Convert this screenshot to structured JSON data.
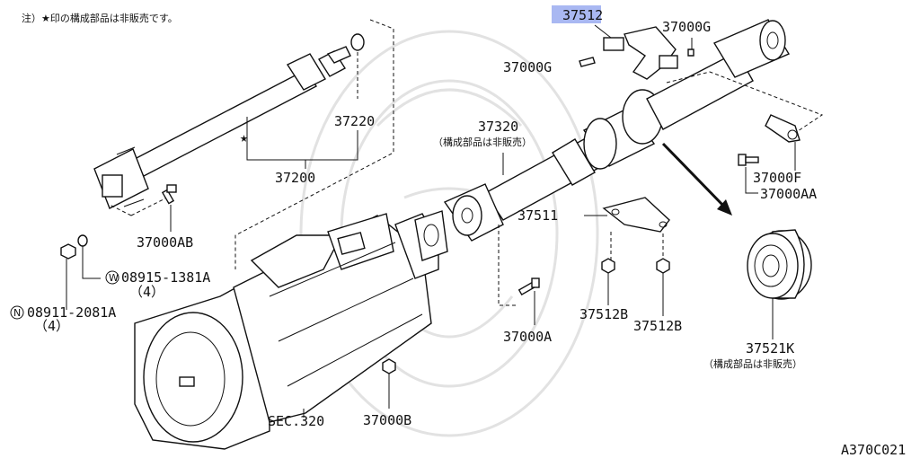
{
  "note": "注）★印の構成部品は非販売です。",
  "star": "★",
  "highlight_color": "#a9b8f2",
  "diagram_code": "A370C021",
  "sub_non_sale": "（構成部品は非販売）",
  "parts": {
    "p37512_highlighted": "37512",
    "p37000G_top": "37000G",
    "p37000G_left": "37000G",
    "p37220": "37220",
    "p37200": "37200",
    "p37320": "37320",
    "p37000F": "37000F",
    "p37000AA": "37000AA",
    "p37511": "37511",
    "p37000AB": "37000AB",
    "p08915": "08915-1381A",
    "p08915_qty": "（4）",
    "p08911": "08911-2081A",
    "p08911_qty": "（4）",
    "p37512B_left": "37512B",
    "p37512B_right": "37512B",
    "p37000A": "37000A",
    "p37521K": "37521K",
    "sec320": "SEC.320",
    "p37000B": "37000B"
  },
  "prefix": {
    "w": "W",
    "n": "N"
  }
}
